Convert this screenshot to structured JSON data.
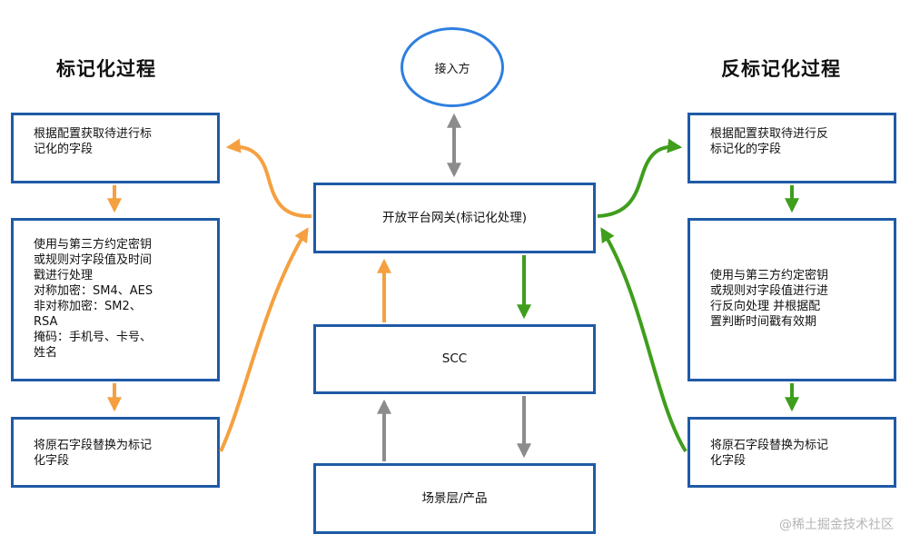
{
  "titles": {
    "left": "标记化过程",
    "right": "反标记化过程"
  },
  "circle": {
    "label": "接入方"
  },
  "center": {
    "gateway": "开放平台网关(标记化处理)",
    "scc": "SCC",
    "scene": "场景层/产品"
  },
  "left_boxes": {
    "fetch": [
      "根据配置获取待进行标",
      "记化的字段"
    ],
    "process": [
      "使用与第三方约定密钥",
      "或规则对字段值及时间",
      "戳进行处理",
      "对称加密：SM4、AES",
      "非对称加密：SM2、",
      "RSA",
      "掩码：手机号、卡号、",
      "姓名"
    ],
    "replace": [
      "将原石字段替换为标记",
      "化字段"
    ]
  },
  "right_boxes": {
    "fetch": [
      "根据配置获取待进行反",
      "标记化的字段"
    ],
    "process": [
      "使用与第三方约定密钥",
      "或规则对字段值进行进",
      "行反向处理 并根据配",
      "置判断时间戳有效期"
    ],
    "replace": [
      "将原石字段替换为标记",
      "化字段"
    ]
  },
  "watermark": "@稀土掘金技术社区",
  "colors": {
    "box_border": "#1f5aa6",
    "circle_border": "#2e7fe0",
    "orange_arrow": "#f5a040",
    "green_arrow": "#3f9e1c",
    "gray_arrow": "#8c8c8c"
  }
}
